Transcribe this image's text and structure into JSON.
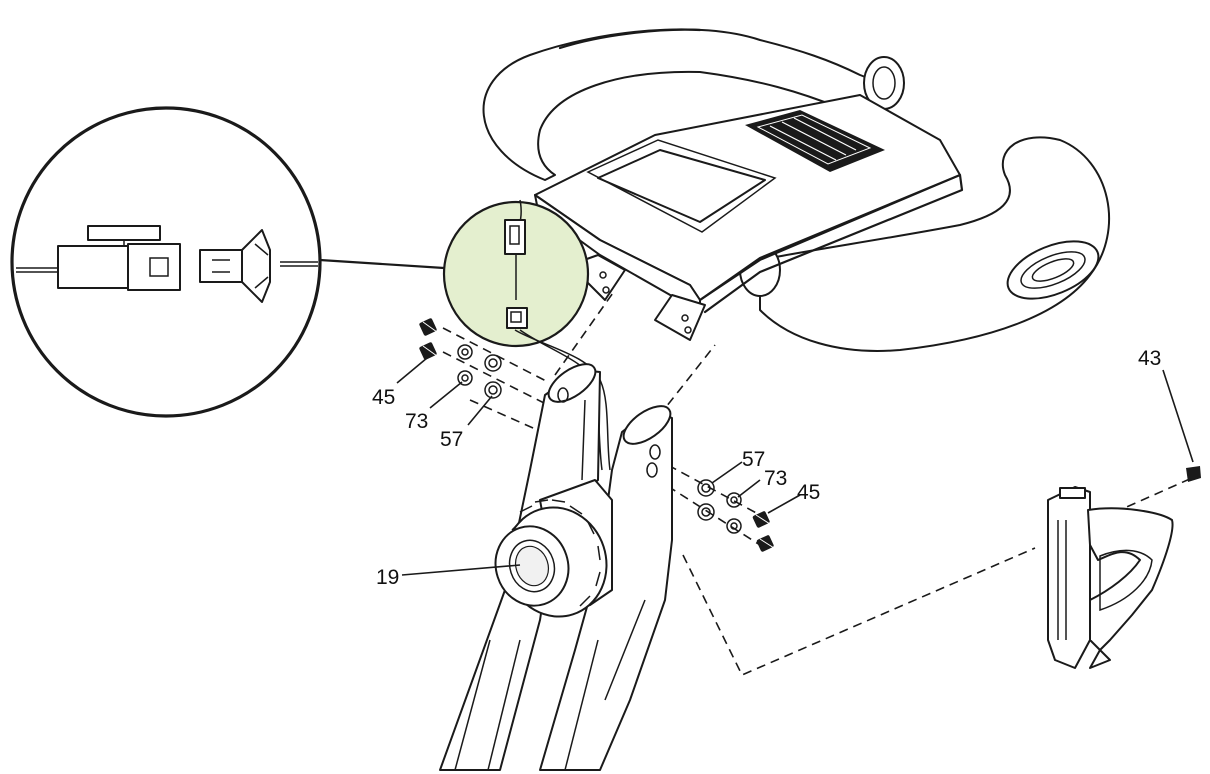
{
  "labels": {
    "left_45": "45",
    "left_73": "73",
    "left_57": "57",
    "right_57": "57",
    "right_73": "73",
    "right_45": "45",
    "knob_19": "19",
    "screw_43": "43"
  },
  "colors": {
    "highlight": "#e4efcf",
    "line": "#1a1a1a",
    "background": "#ffffff"
  }
}
